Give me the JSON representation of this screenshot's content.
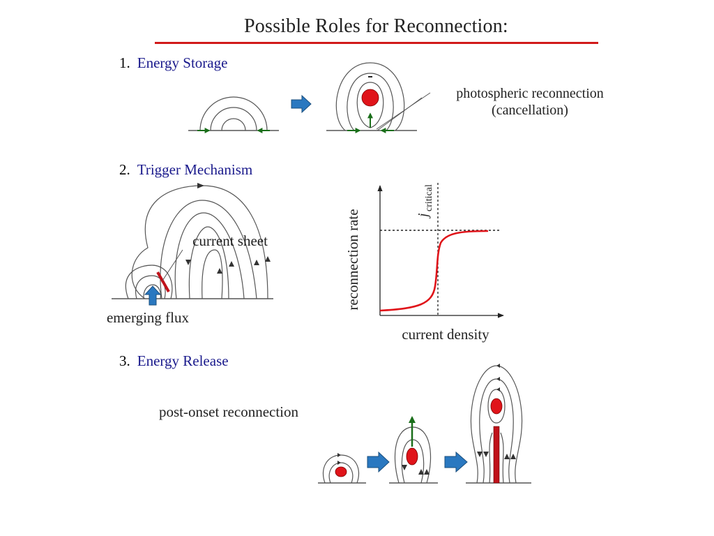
{
  "title": "Possible Roles for Reconnection:",
  "items": [
    {
      "number": "1.",
      "label": "Energy Storage"
    },
    {
      "number": "2.",
      "label": "Trigger Mechanism"
    },
    {
      "number": "3.",
      "label": "Energy Release"
    }
  ],
  "annotations": {
    "photospheric_line1": "photospheric reconnection",
    "photospheric_line2": "(cancellation)",
    "current_sheet": "current sheet",
    "emerging_flux": "emerging flux",
    "post_onset": "post-onset reconnection"
  },
  "graph": {
    "ylabel": "reconnection rate",
    "xlabel": "current density",
    "jcrit_symbol": "j",
    "jcrit_sub": "critical"
  },
  "colors": {
    "title_rule": "#d11a1a",
    "label_text": "#1a1a8c",
    "field_line": "#555555",
    "blue_arrow": "#2a78c0",
    "green_arrow": "#1a6e1a",
    "red": "#e0141a"
  }
}
